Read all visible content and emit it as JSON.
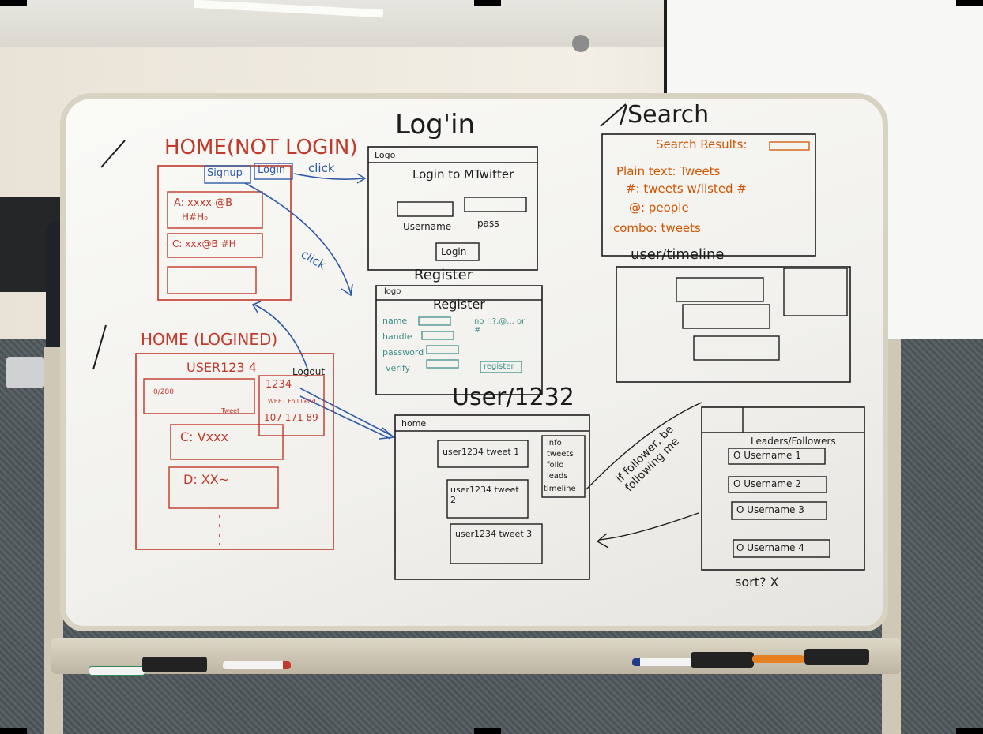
{
  "whiteboard": {
    "home_not_login": {
      "title": "HOME(NOT LOGIN)",
      "signup": "Signup",
      "login": "Login",
      "click": "click",
      "tweet1_line1": "A: xxxx @B",
      "tweet1_line2": "H#H₀",
      "tweet2": "C: xxx@B #H"
    },
    "login_page": {
      "title": "Log'in",
      "logo": "Logo",
      "heading": "Login to MTwitter",
      "username_label": "Username",
      "pass_label": "pass",
      "login_button": "Login",
      "click": "click"
    },
    "register_page": {
      "title": "Register",
      "logo": "logo",
      "heading": "Register",
      "fields": [
        "name",
        "handle",
        "password",
        "verify"
      ],
      "note": "no !,?,@,.. or #",
      "button": "register"
    },
    "search_page": {
      "title": "/Search",
      "results_label": "Search Results:",
      "rows": [
        "Plain text: Tweets",
        "#: tweets w/listed #",
        "@: people",
        "combo: tweets"
      ]
    },
    "user_timeline": {
      "title": "user/timeline"
    },
    "home_logined": {
      "title": "HOME (LOGINED)",
      "user": "USER123 4",
      "logout": "Logout",
      "compose_count": "0/280",
      "tweet_button": "Tweet",
      "stats_user": "1234",
      "stats_labels": "TWEET Foll Lead",
      "stats_values": "107 171 89",
      "tweet1": "C: Vxxx",
      "tweet2": "D: XX~"
    },
    "user_page": {
      "title": "User/1232",
      "home": "home",
      "tweets": [
        "user1234 tweet 1",
        "user1234 tweet 2",
        "user1234 tweet 3"
      ],
      "info": [
        "info",
        "tweets",
        "follo",
        "leads",
        "timeline"
      ],
      "arrow_note": "if follower, be following me"
    },
    "leaders_page": {
      "heading": "Leaders/Followers",
      "users": [
        "O Username 1",
        "O Username 2",
        "O Username 3",
        "O Username 4"
      ],
      "footer": "sort? X"
    },
    "slash_marks": [
      "/",
      "/"
    ]
  },
  "colors": {
    "red_marker": "#c0392b",
    "black_marker": "#1c1c1c",
    "blue_marker": "#2d5aa8",
    "teal_marker": "#3f8f8a",
    "orange_marker": "#d35400"
  }
}
